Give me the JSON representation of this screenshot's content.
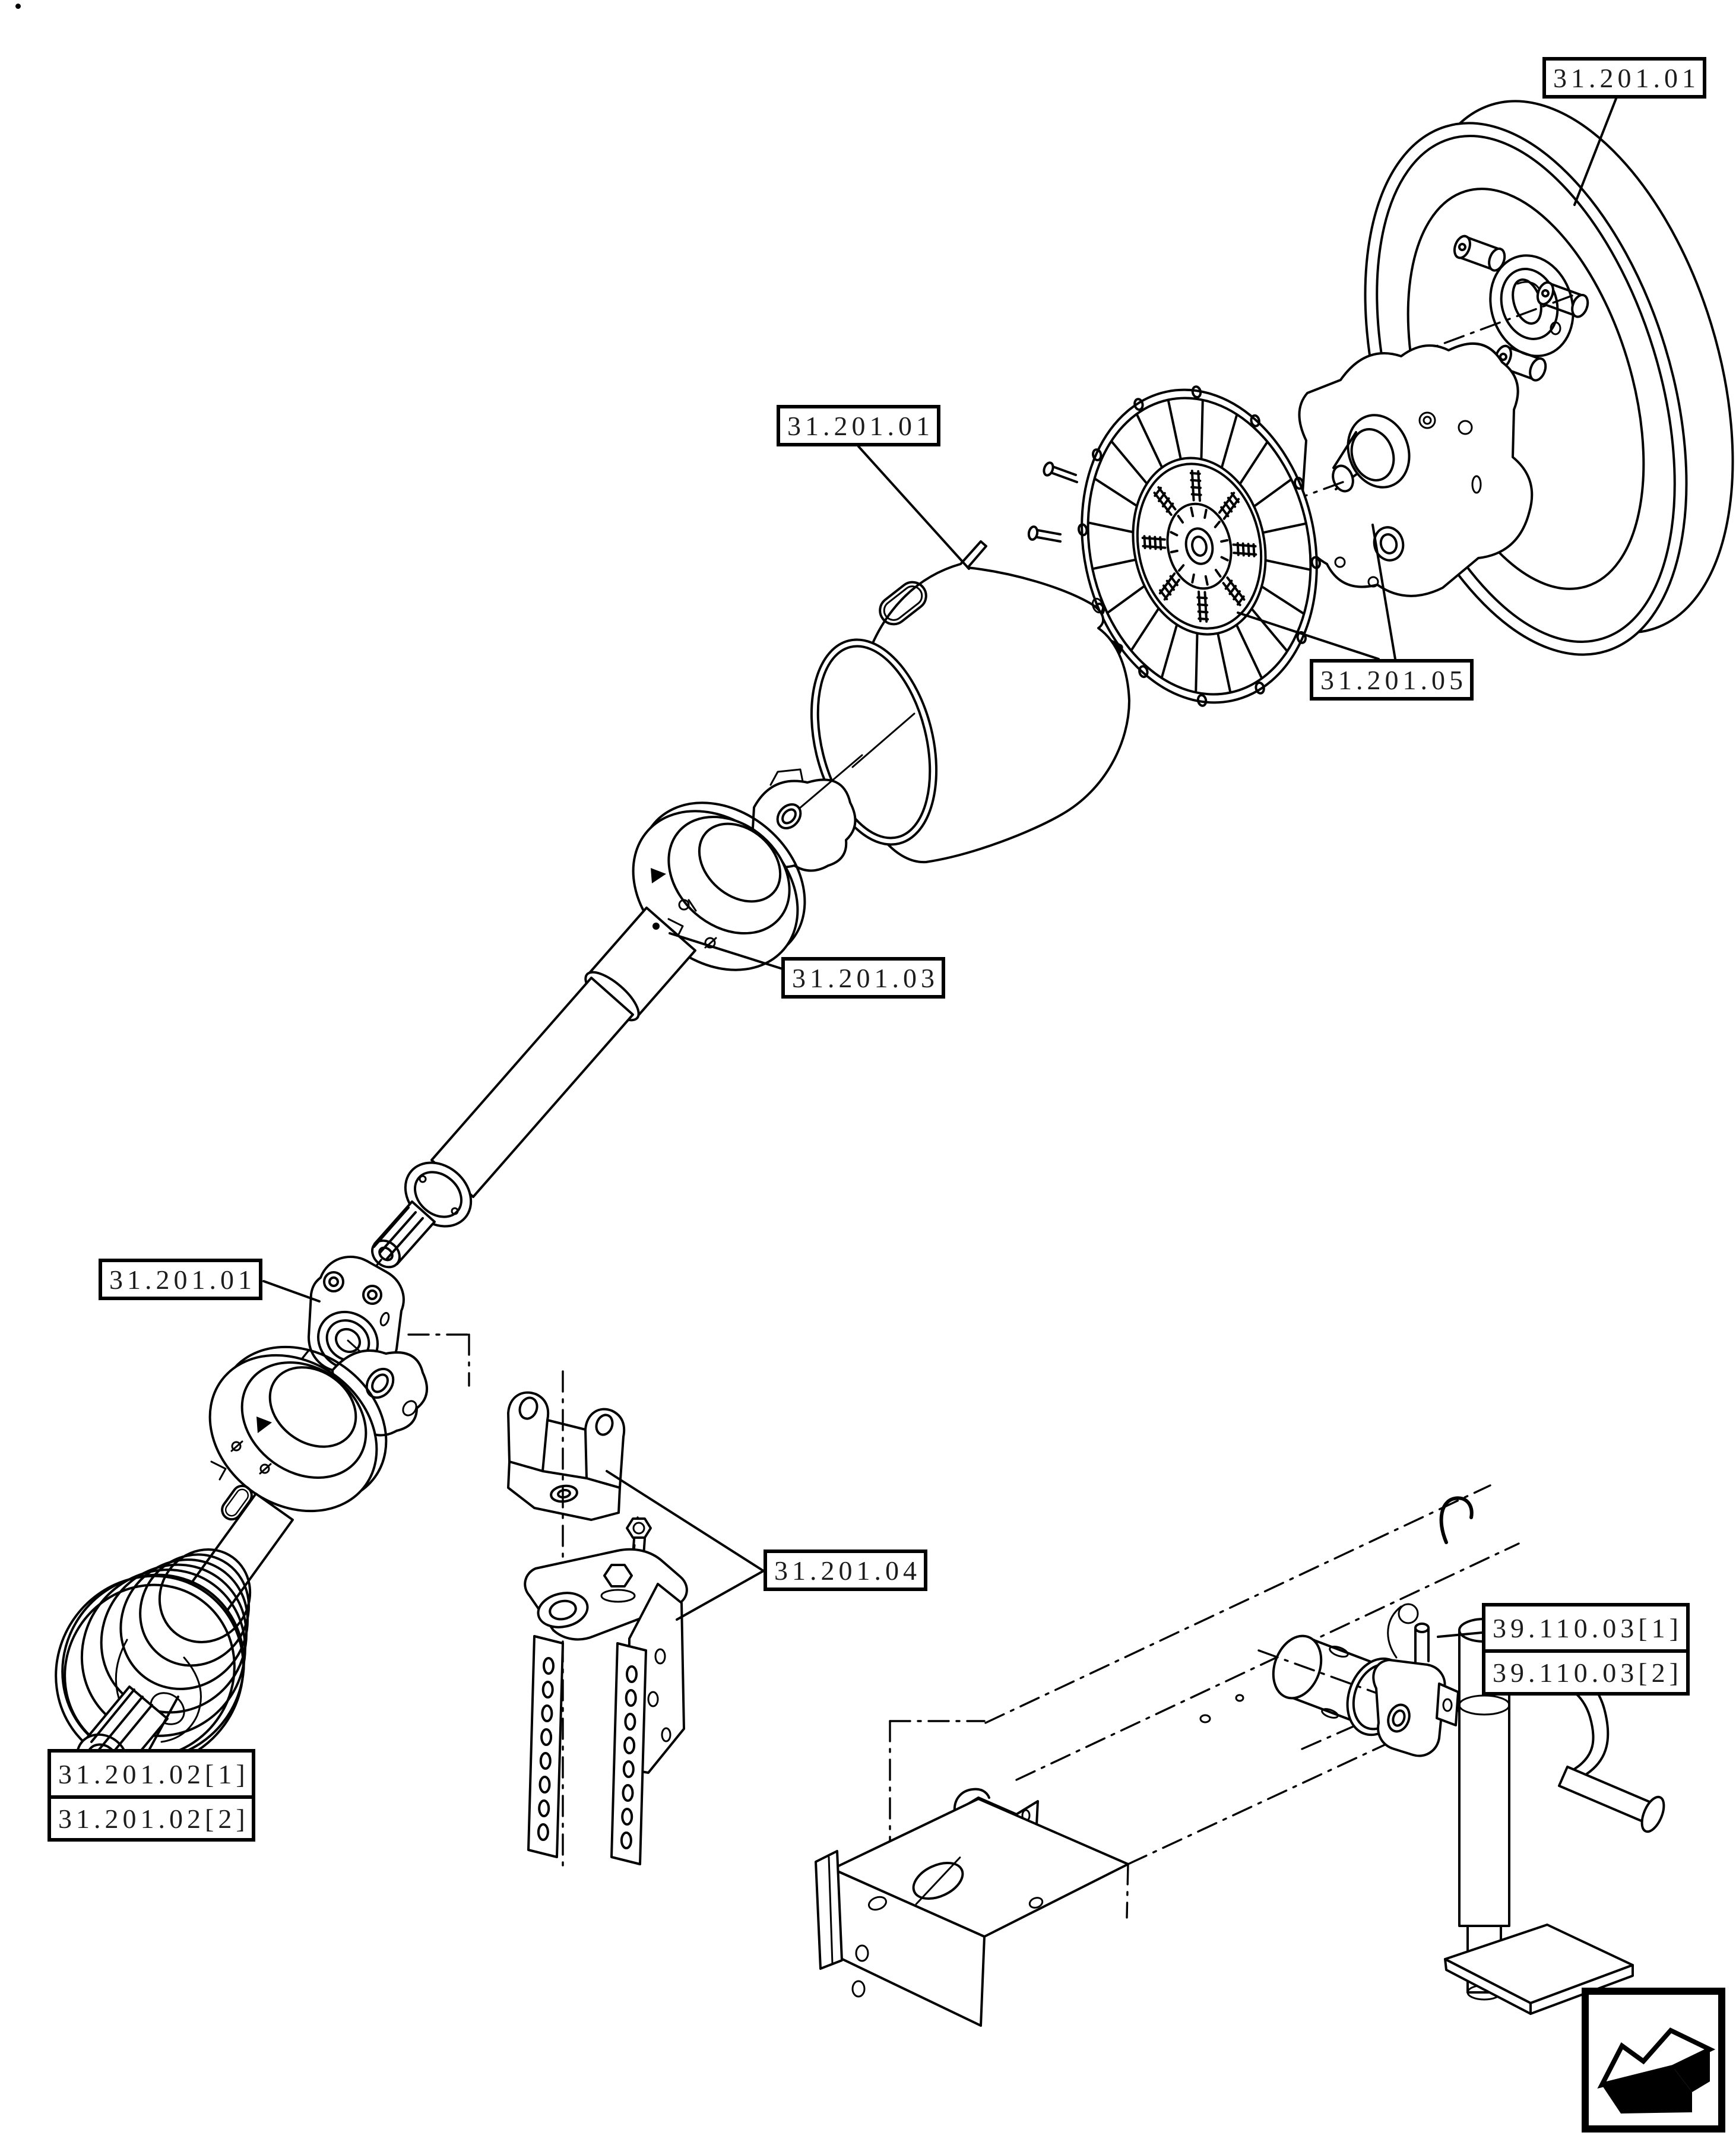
{
  "page": {
    "background": "#ffffff",
    "line_color": "#000000",
    "corner_mark": ".",
    "type": "exploded-parts-diagram"
  },
  "callouts": {
    "pulley": "31.201.01",
    "shield": "31.201.01",
    "clutch": "31.201.05",
    "driveshaft": "31.201.03",
    "bearing": "31.201.01",
    "bracket": "31.201.04",
    "jack": [
      "39.110.03[1]",
      "39.110.03[2]"
    ],
    "pto": [
      "31.201.02[1]",
      "31.201.02[2]"
    ]
  },
  "nav": {
    "icon": "page-continuation-arrow"
  }
}
